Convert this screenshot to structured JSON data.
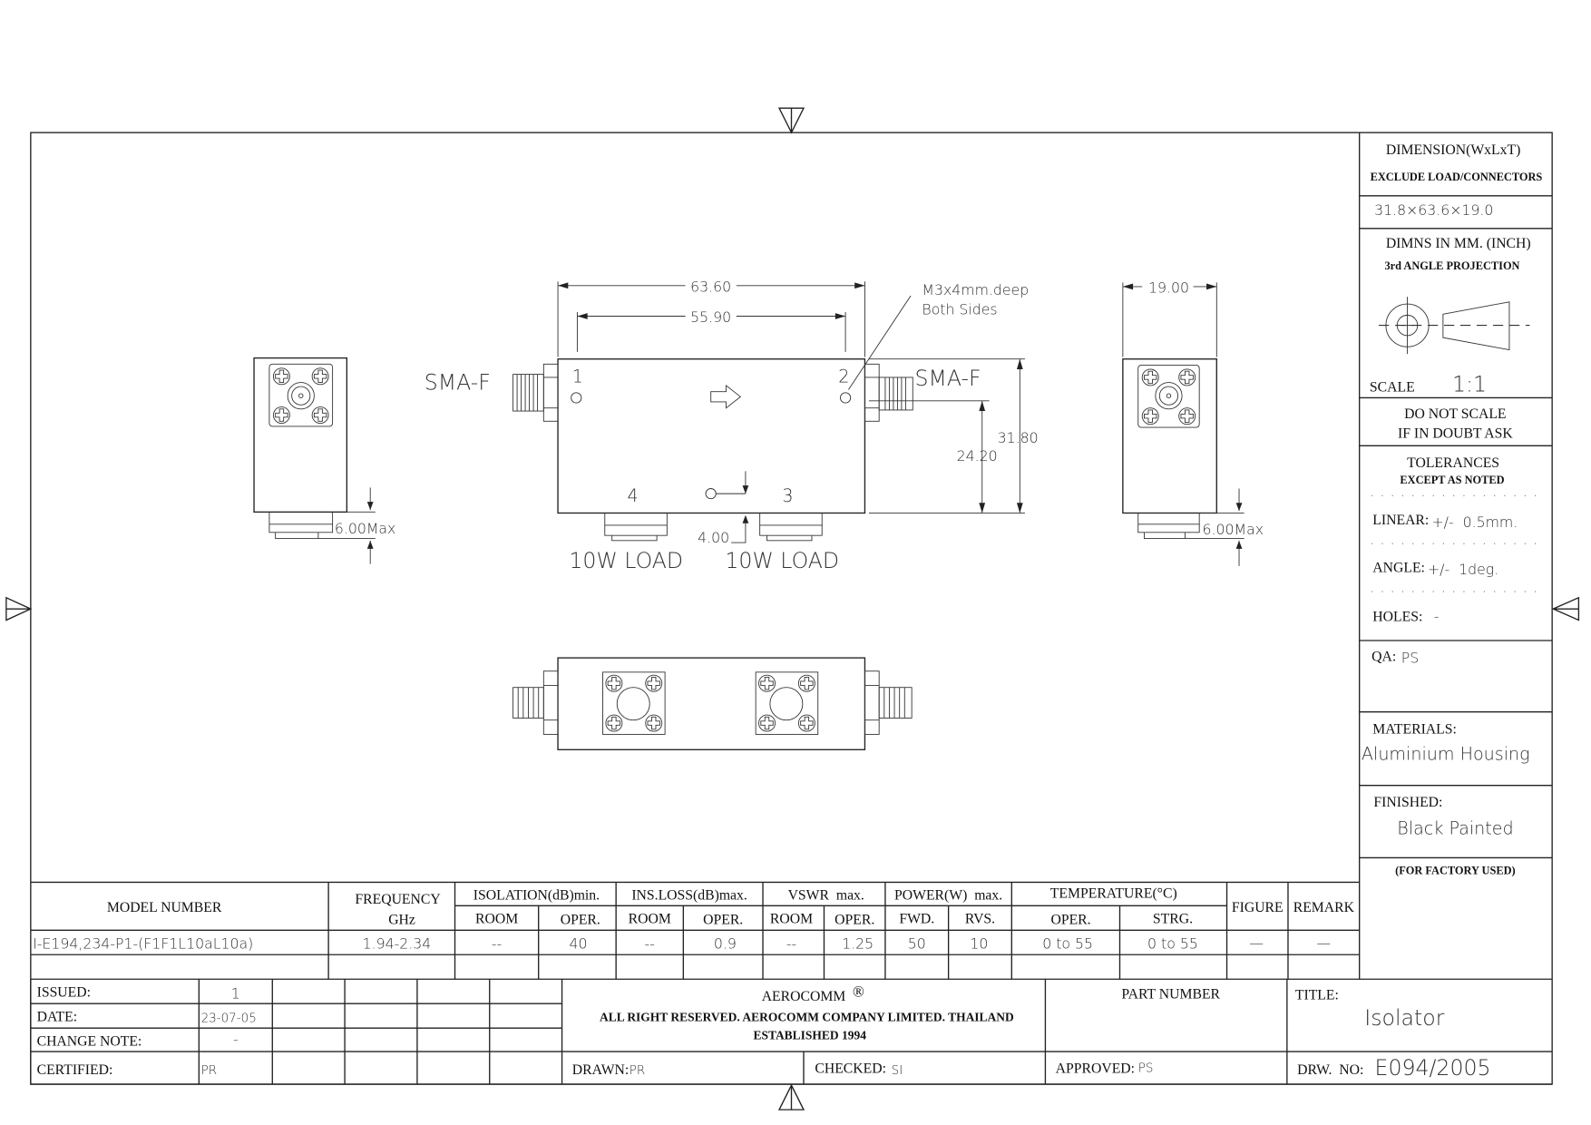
{
  "right_panel": {
    "dimension_label": "DIMENSION(WxLxT)",
    "dimension_note": "EXCLUDE LOAD/CONNECTORS",
    "dimension_value": "31.8×63.6×19.0",
    "units_label": "DIMNS IN MM. (INCH)",
    "projection_label": "3rd ANGLE PROJECTION",
    "scale_label": "SCALE",
    "scale_value": "1:1",
    "do_not_scale": "DO NOT SCALE",
    "if_in_doubt": "IF IN DOUBT ASK",
    "tolerances_label": "TOLERANCES",
    "tolerances_note": "EXCEPT AS NOTED",
    "linear_label": "LINEAR:",
    "linear_value": "+/-  0.5mm.",
    "angle_label": "ANGLE:",
    "angle_value": "+/-  1deg.",
    "holes_label": "HOLES:",
    "holes_value": "-",
    "qa_label": "QA:",
    "qa_value": "PS",
    "materials_label": "MATERIALS:",
    "materials_value": "Aluminium Housing",
    "finished_label": "FINISHED:",
    "finished_value": "Black Painted",
    "factory_label": "(FOR FACTORY USED)"
  },
  "drawing": {
    "dim_length": "63.60",
    "dim_hole_pitch": "55.90",
    "dim_thickness": "19.00",
    "dim_height": "31.80",
    "dim_port_height": "24.20",
    "dim_load_offset": "4.00",
    "dim_load_max": "6.00Max",
    "connector_label": "SMA-F",
    "hole_note_line1": "M3x4mm.deep",
    "hole_note_line2": "Both Sides",
    "port_1": "1",
    "port_2": "2",
    "port_3": "3",
    "port_4": "4",
    "load_label": "10W LOAD"
  },
  "spec_table": {
    "headers": {
      "model_number": "MODEL NUMBER",
      "frequency": "FREQUENCY",
      "frequency_unit": "GHz",
      "isolation": "ISOLATION(dB)min.",
      "ins_loss": "INS.LOSS(dB)max.",
      "vswr": "VSWR  max.",
      "power": "POWER(W)  max.",
      "temperature": "TEMPERATURE(°C)",
      "figure": "FIGURE",
      "remark": "REMARK",
      "room": "ROOM",
      "oper": "OPER.",
      "fwd": "FWD.",
      "rvs": "RVS.",
      "strg": "STRG."
    },
    "row": {
      "model_number": "I-E194,234-P1-(F1F1L10aL10a)",
      "frequency": "1.94-2.34",
      "isolation_room": "--",
      "isolation_oper": "40",
      "ins_loss_room": "--",
      "ins_loss_oper": "0.9",
      "vswr_room": "--",
      "vswr_oper": "1.25",
      "power_fwd": "50",
      "power_rvs": "10",
      "temp_oper": "0 to 55",
      "temp_strg": "0 to 55",
      "figure": "—",
      "remark": "—"
    }
  },
  "title_block": {
    "issued_label": "ISSUED:",
    "issued_value": "1",
    "date_label": "DATE:",
    "date_value": "23-07-05",
    "change_note_label": "CHANGE NOTE:",
    "change_note_value": "-",
    "certified_label": "CERTIFIED:",
    "certified_value": "PR",
    "company": "AEROCOMM",
    "registered": "®",
    "rights": "ALL RIGHT RESERVED. AEROCOMM COMPANY LIMITED. THAILAND",
    "established": "ESTABLISHED 1994",
    "drawn_label": "DRAWN:",
    "drawn_value": "PR",
    "checked_label": "CHECKED:",
    "checked_value": "SI",
    "part_number_label": "PART NUMBER",
    "approved_label": "APPROVED:",
    "approved_value": "PS",
    "title_label": "TITLE:",
    "title_value": "Isolator",
    "drw_no_label": "DRW.  NO:",
    "drw_no_value": "E094/2005"
  }
}
